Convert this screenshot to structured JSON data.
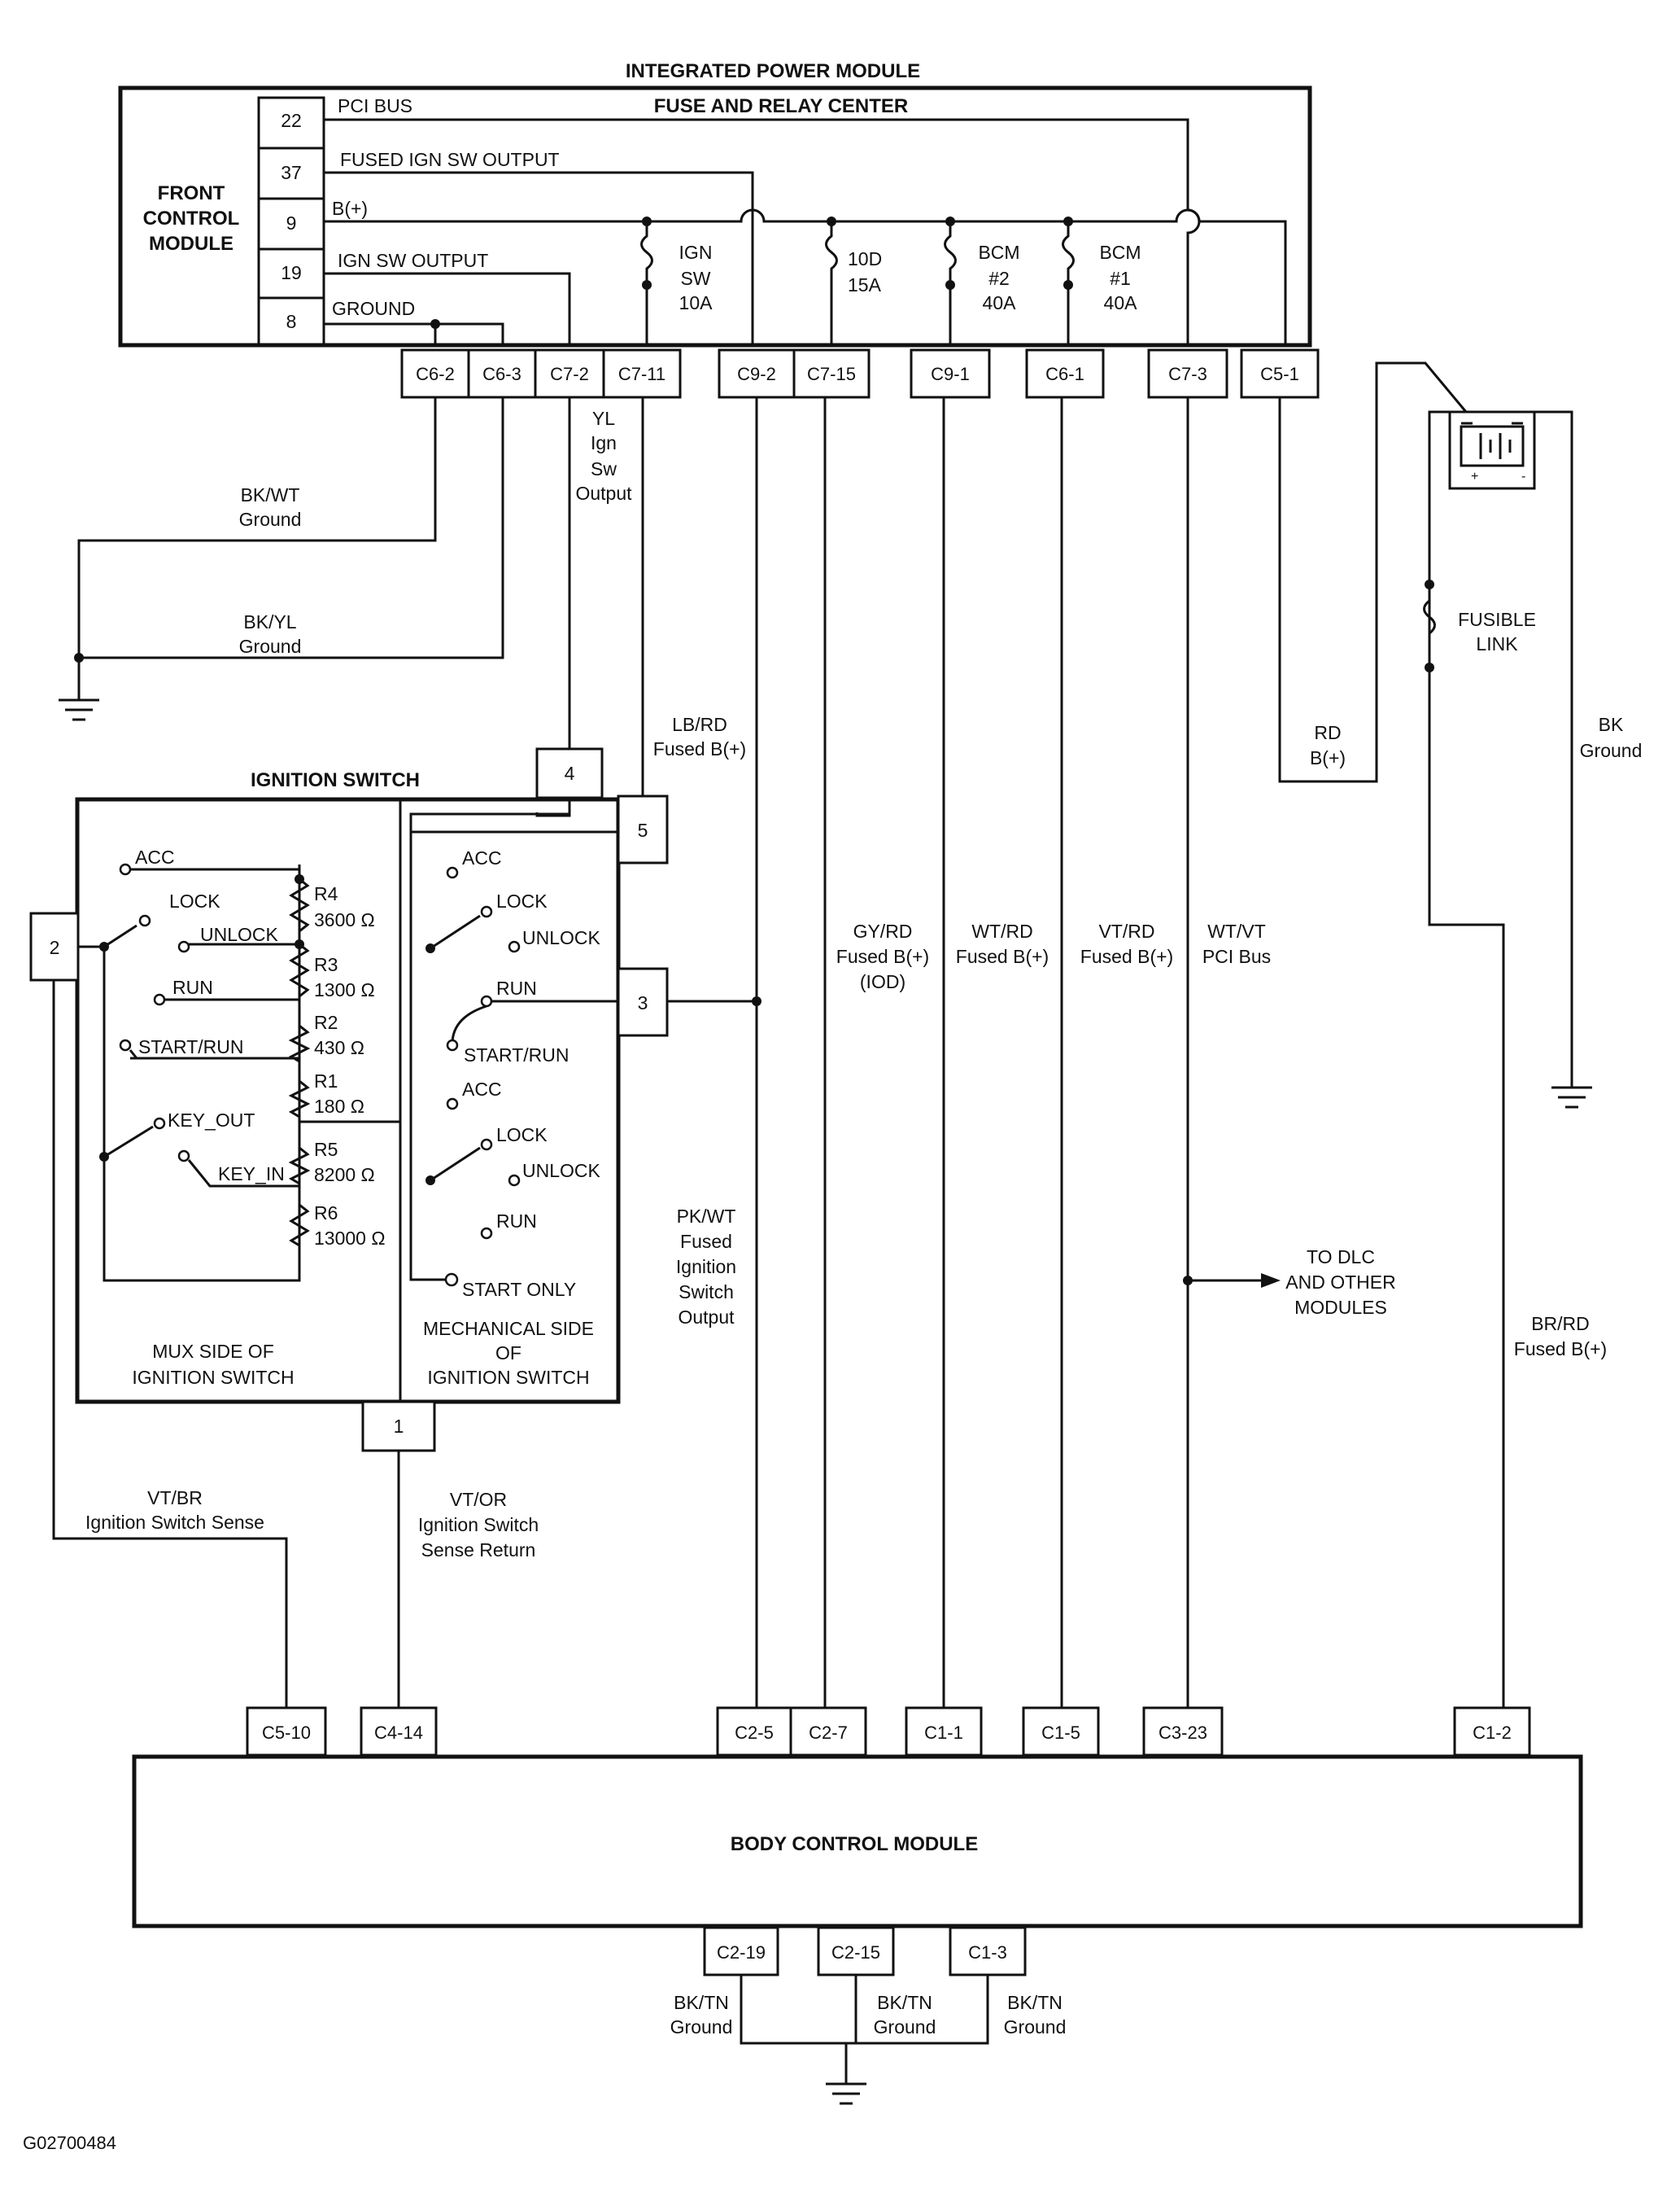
{
  "ipm": {
    "title": "INTEGRATED POWER MODULE",
    "subtitle": "FUSE AND RELAY CENTER"
  },
  "fcm": {
    "line1": "FRONT",
    "line2": "CONTROL",
    "line3": "MODULE"
  },
  "pins": [
    "22",
    "37",
    "9",
    "19",
    "8"
  ],
  "circuits": {
    "pci": "PCI BUS",
    "fused_ign": "FUSED IGN SW OUTPUT",
    "bplus": "B(+)",
    "ign_out": "IGN SW OUTPUT",
    "ground": "GROUND"
  },
  "fuses": [
    {
      "l1": "IGN",
      "l2": "SW",
      "l3": "10A"
    },
    {
      "l1": "10D",
      "l2": "15A",
      "l3": ""
    },
    {
      "l1": "BCM",
      "l2": "#2",
      "l3": "40A"
    },
    {
      "l1": "BCM",
      "l2": "#1",
      "l3": "40A"
    }
  ],
  "ipm_connectors": [
    "C6-2",
    "C6-3",
    "C7-2",
    "C7-11",
    "C9-2",
    "C7-15",
    "C9-1",
    "C6-1",
    "C7-3",
    "C5-1"
  ],
  "wires": {
    "bkwt": [
      "BK/WT",
      "Ground"
    ],
    "bkyl": [
      "BK/YL",
      "Ground"
    ],
    "yl": [
      "YL",
      "Ign",
      "Sw",
      "Output"
    ],
    "lbrd": [
      "LB/RD",
      "Fused B(+)"
    ],
    "rd": [
      "RD",
      "B(+)"
    ],
    "bk": [
      "BK",
      "Ground"
    ],
    "gyrd": [
      "GY/RD",
      "Fused B(+)",
      "(IOD)"
    ],
    "wtrd": [
      "WT/RD",
      "Fused B(+)"
    ],
    "vtrd": [
      "VT/RD",
      "Fused B(+)"
    ],
    "wtvt": [
      "WT/VT",
      "PCI Bus"
    ],
    "pkwt": [
      "PK/WT",
      "Fused",
      "Ignition",
      "Switch",
      "Output"
    ],
    "brrd": [
      "BR/RD",
      "Fused B(+)"
    ],
    "vtbr": [
      "VT/BR",
      "Ignition Switch Sense"
    ],
    "vtor": [
      "VT/OR",
      "Ignition Switch",
      "Sense Return"
    ],
    "bktn": [
      "BK/TN",
      "Ground"
    ]
  },
  "fusible_link": [
    "FUSIBLE",
    "LINK"
  ],
  "battery": {
    "plus": "+",
    "minus": "-"
  },
  "dlc": [
    "TO DLC",
    "AND OTHER",
    "MODULES"
  ],
  "ign_switch": {
    "title": "IGNITION SWITCH",
    "pins": [
      "4",
      "5",
      "2",
      "3",
      "1"
    ],
    "mux_positions": [
      "ACC",
      "LOCK",
      "UNLOCK",
      "RUN",
      "START/RUN",
      "KEY_OUT",
      "KEY_IN"
    ],
    "resistors": [
      {
        "name": "R4",
        "value": "3600 Ω"
      },
      {
        "name": "R3",
        "value": "1300 Ω"
      },
      {
        "name": "R2",
        "value": "430 Ω"
      },
      {
        "name": "R1",
        "value": "180 Ω"
      },
      {
        "name": "R5",
        "value": "8200 Ω"
      },
      {
        "name": "R6",
        "value": "13000 Ω"
      }
    ],
    "mech_positions": [
      "ACC",
      "LOCK",
      "UNLOCK",
      "RUN",
      "START/RUN",
      "ACC",
      "LOCK",
      "UNLOCK",
      "RUN",
      "START ONLY"
    ],
    "mux_label": [
      "MUX SIDE OF",
      "IGNITION SWITCH"
    ],
    "mech_label": [
      "MECHANICAL SIDE",
      "OF",
      "IGNITION SWITCH"
    ]
  },
  "bcm": {
    "title": "BODY CONTROL MODULE",
    "top_connectors": [
      "C5-10",
      "C4-14",
      "C2-5",
      "C2-7",
      "C1-1",
      "C1-5",
      "C3-23",
      "C1-2"
    ],
    "bottom_connectors": [
      "C2-19",
      "C2-15",
      "C1-3"
    ]
  },
  "figure_id": "G02700484"
}
